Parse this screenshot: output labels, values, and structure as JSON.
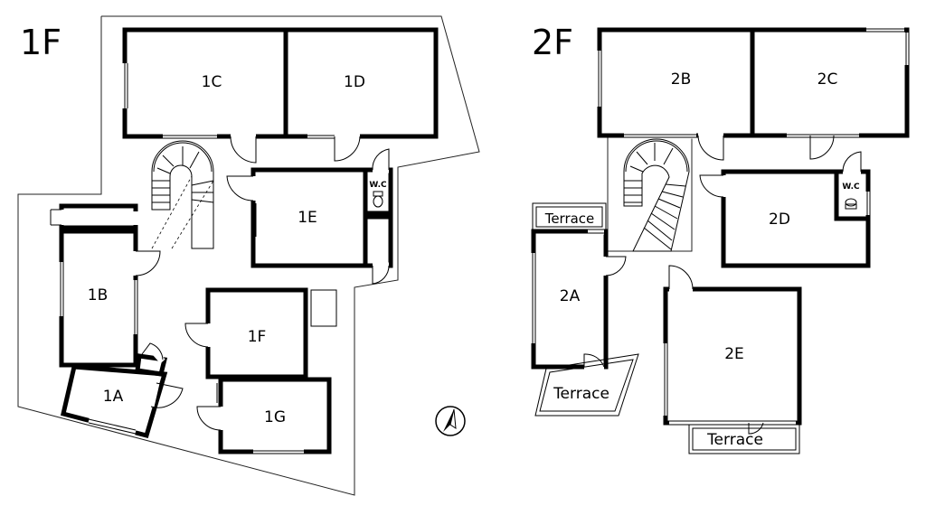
{
  "floors": [
    {
      "label": "1F",
      "rooms": [
        "1A",
        "1B",
        "1C",
        "1D",
        "1E",
        "1F",
        "1G"
      ],
      "wc_label": "W.C"
    },
    {
      "label": "2F",
      "rooms": [
        "2A",
        "2B",
        "2C",
        "2D",
        "2E"
      ],
      "wc_label": "W.C",
      "terraces": [
        "Terrace",
        "Terrace",
        "Terrace"
      ]
    }
  ],
  "icons": {
    "north_arrow": "north-arrow-icon",
    "stair": "spiral-stair-icon",
    "toilet": "toilet-icon"
  }
}
